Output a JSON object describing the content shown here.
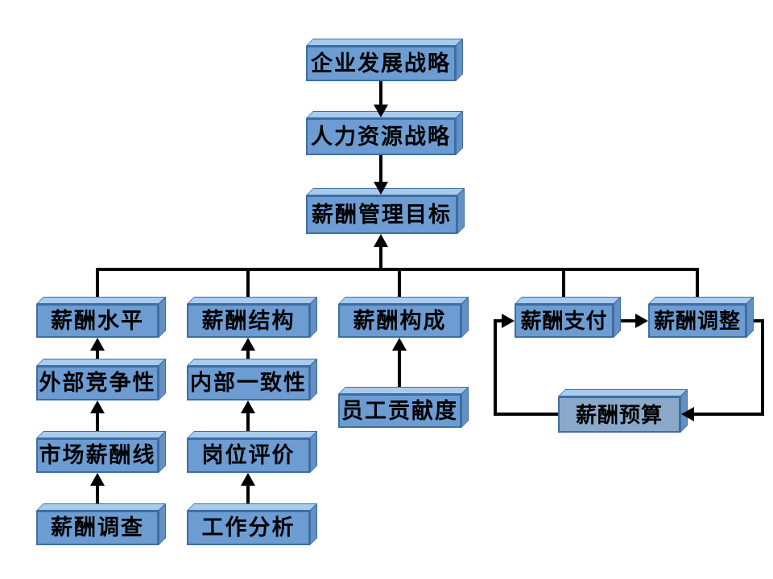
{
  "diagram": {
    "type": "flowchart",
    "language": "zh-CN",
    "topic": "compensation-management-system"
  },
  "palette": {
    "background": "#ffffff",
    "box_front": "#6d9cd2",
    "box_front_light": "#8aa9c9",
    "box_top": "#a9cbec",
    "box_side": "#6590c2",
    "box_edge": "#3e6da3",
    "arrow": "#000000",
    "text": "#000000"
  },
  "nodes": {
    "enterprise_strategy": {
      "label": "企业发展战略"
    },
    "hr_strategy": {
      "label": "人力资源战略"
    },
    "pay_goal": {
      "label": "薪酬管理目标"
    },
    "pay_level": {
      "label": "薪酬水平"
    },
    "pay_structure": {
      "label": "薪酬结构"
    },
    "pay_composition": {
      "label": "薪酬构成"
    },
    "pay_payment": {
      "label": "薪酬支付"
    },
    "pay_adjustment": {
      "label": "薪酬调整"
    },
    "external_competitiveness": {
      "label": "外部竞争性"
    },
    "internal_consistency": {
      "label": "内部一致性"
    },
    "employee_contribution": {
      "label": "员工贡献度"
    },
    "market_pay_line": {
      "label": "市场薪酬线"
    },
    "job_evaluation": {
      "label": "岗位评价"
    },
    "pay_survey": {
      "label": "薪酬调查"
    },
    "job_analysis": {
      "label": "工作分析"
    },
    "pay_budget": {
      "label": "薪酬预算"
    }
  },
  "edges": [
    {
      "from": "enterprise_strategy",
      "to": "hr_strategy"
    },
    {
      "from": "hr_strategy",
      "to": "pay_goal"
    },
    {
      "from": "pay_level",
      "to": "pay_goal"
    },
    {
      "from": "pay_structure",
      "to": "pay_goal"
    },
    {
      "from": "pay_composition",
      "to": "pay_goal"
    },
    {
      "from": "pay_payment",
      "to": "pay_goal"
    },
    {
      "from": "pay_adjustment",
      "to": "pay_goal"
    },
    {
      "from": "external_competitiveness",
      "to": "pay_level"
    },
    {
      "from": "market_pay_line",
      "to": "external_competitiveness"
    },
    {
      "from": "pay_survey",
      "to": "market_pay_line"
    },
    {
      "from": "internal_consistency",
      "to": "pay_structure"
    },
    {
      "from": "job_evaluation",
      "to": "internal_consistency"
    },
    {
      "from": "job_analysis",
      "to": "job_evaluation"
    },
    {
      "from": "employee_contribution",
      "to": "pay_composition"
    },
    {
      "from": "pay_payment",
      "to": "pay_adjustment"
    },
    {
      "from": "pay_adjustment",
      "to": "pay_budget"
    },
    {
      "from": "pay_budget",
      "to": "pay_payment"
    }
  ]
}
